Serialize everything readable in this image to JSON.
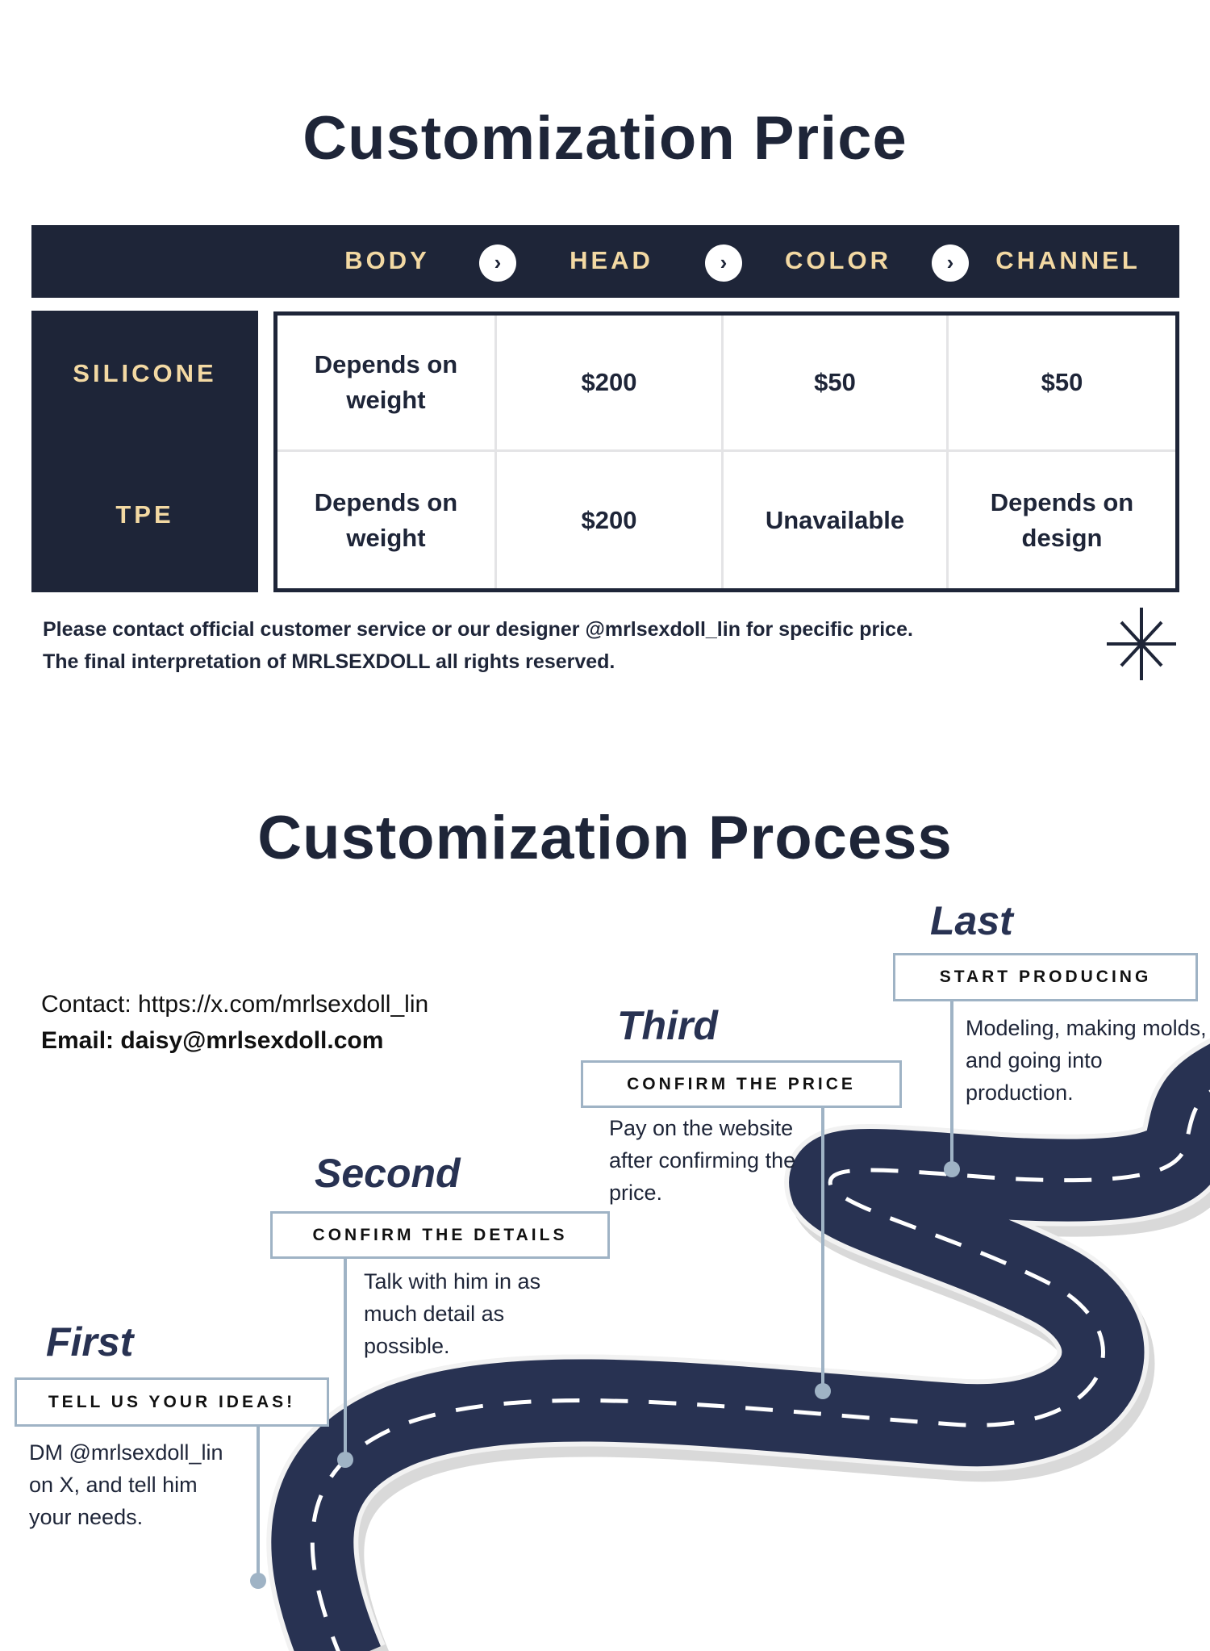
{
  "price": {
    "title": "Customization Price",
    "columns": [
      "BODY",
      "HEAD",
      "COLOR",
      "CHANNEL"
    ],
    "rows": [
      {
        "label": "SILICONE",
        "cells": [
          "Depends on weight",
          "$200",
          "$50",
          "$50"
        ]
      },
      {
        "label": "TPE",
        "cells": [
          "Depends on weight",
          "$200",
          "Unavailable",
          "Depends on design"
        ]
      }
    ],
    "note_line1": "Please contact official customer service or our designer @mrlsexdoll_lin for specific price.",
    "note_line2": "The final interpretation of MRLSEXDOLL all rights reserved."
  },
  "process": {
    "title": "Customization Process",
    "contact": "Contact: https://x.com/mrlsexdoll_lin",
    "email": "Email: daisy@mrlsexdoll.com",
    "steps": [
      {
        "label": "First",
        "heading": "TELL US YOUR IDEAS!",
        "desc": "DM @mrlsexdoll_lin on X, and tell him your needs."
      },
      {
        "label": "Second",
        "heading": "CONFIRM THE DETAILS",
        "desc": "Talk with him in as much detail as possible."
      },
      {
        "label": "Third",
        "heading": "CONFIRM THE PRICE",
        "desc": "Pay on the website after confirming the price."
      },
      {
        "label": "Last",
        "heading": "START PRODUCING",
        "desc": "Modeling, making molds, and going into production."
      }
    ]
  },
  "colors": {
    "navy": "#1e2538",
    "gold": "#f3d9a3",
    "road": "#283252",
    "callout": "#9fb3c5"
  }
}
